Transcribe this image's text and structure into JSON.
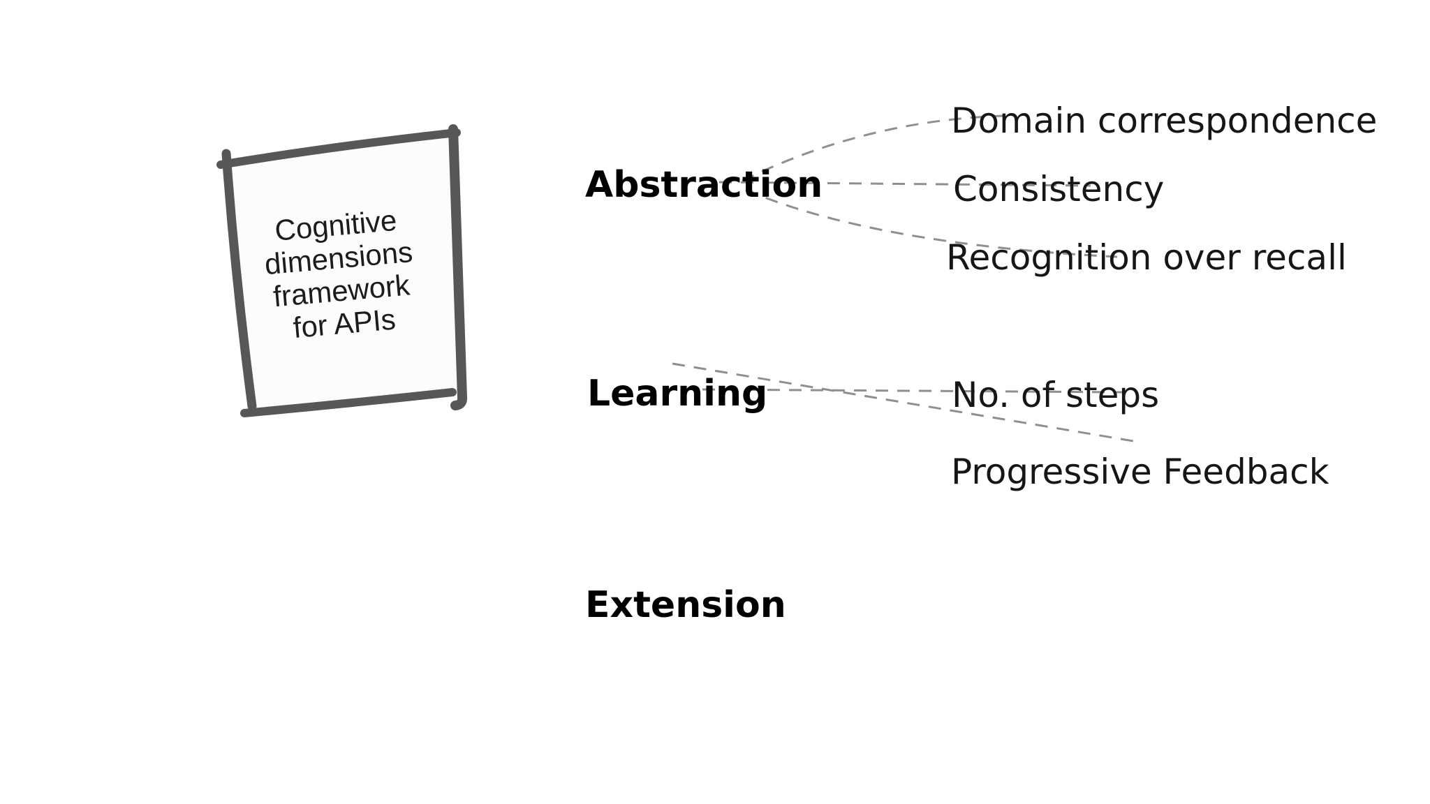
{
  "title_card": {
    "lines": [
      "Cognitive",
      "dimensions",
      "framework",
      "for APIs"
    ]
  },
  "branches": [
    {
      "label": "Abstraction",
      "children": [
        "Domain correspondence",
        "Consistency",
        "Recognition over recall"
      ]
    },
    {
      "label": "Learning",
      "children": [
        "No. of steps",
        "Progressive Feedback"
      ]
    },
    {
      "label": "Extension",
      "children": []
    }
  ],
  "colors": {
    "background": "#ffffff",
    "sketch_ink": "#575757",
    "card_fill": "#fcfcfc",
    "dash_line": "#8f8f8f",
    "heading_text": "#000000",
    "label_text": "#161616",
    "card_text": "#1c1c1c"
  }
}
